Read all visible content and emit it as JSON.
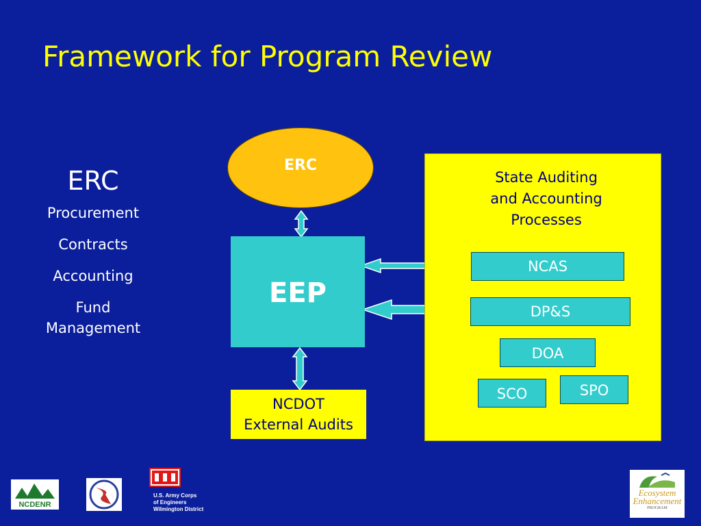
{
  "slide": {
    "title": "Framework for Program Review",
    "left_list": {
      "heading": "ERC",
      "items": [
        "Procurement",
        "Contracts",
        "Accounting",
        "Fund",
        "Management"
      ]
    },
    "nodes": {
      "erc": "ERC",
      "eep": "EEP",
      "ncdot_line1": "NCDOT",
      "ncdot_line2": "External Audits"
    },
    "state_box": {
      "title_lines": [
        "State Auditing",
        "and Accounting",
        "Processes"
      ],
      "processes": [
        "NCAS",
        "DP&S",
        "DOA",
        "SCO",
        "SPO"
      ]
    },
    "logos": {
      "ncdenr": "NCDENR",
      "usace_lines": [
        "U.S. Army Corps",
        "of Engineers",
        "Wilmington District"
      ],
      "eep_lines": [
        "Ecosystem",
        "Enhancement",
        "PROGRAM"
      ]
    },
    "colors": {
      "background": "#0b1f9c",
      "title": "#ffff00",
      "teal": "#33cccc",
      "ellipse": "#ffc20e",
      "yellow_box": "#ffff00",
      "navy_text": "#000080"
    }
  }
}
